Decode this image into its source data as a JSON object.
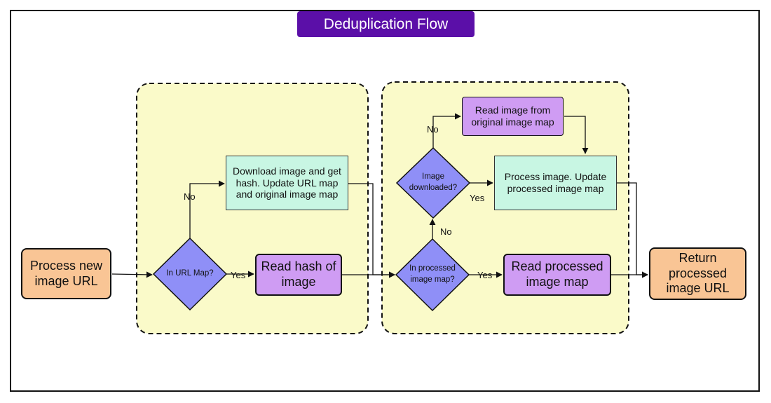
{
  "title": "Deduplication Flow",
  "colors": {
    "title_bg": "#5b0fa8",
    "terminal_fill": "#f9c595",
    "action_fill": "#cf9cf3",
    "process_fill": "#c8f6e3",
    "decision_fill": "#8f8ff7",
    "group_fill": "#fafac9"
  },
  "nodes": {
    "start": "Process new image URL",
    "in_url_map": "In URL Map?",
    "read_hash": "Read hash of image",
    "download": "Download image and get hash. Update URL map and original image map",
    "in_processed": "In processed image map?",
    "read_processed": "Read processed image map",
    "image_downloaded": "Image downloaded?",
    "read_original": "Read image from original image map",
    "process_image": "Process image. Update processed image map",
    "end": "Return processed image URL"
  },
  "edge_labels": {
    "yes_1": "Yes",
    "no_1": "No",
    "yes_2": "Yes",
    "no_2": "No",
    "yes_3": "Yes",
    "no_3": "No"
  }
}
